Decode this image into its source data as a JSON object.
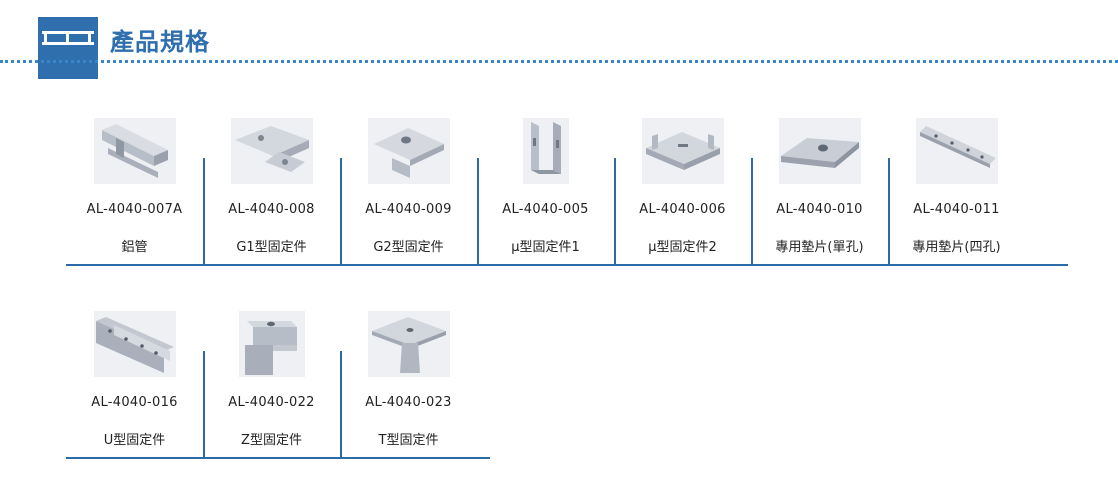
{
  "header": {
    "title": "產品規格"
  },
  "colors": {
    "accent": "#2f6fae",
    "rule": "#3a86c8",
    "divider": "#2c6aa8"
  },
  "rows": [
    [
      {
        "code": "AL-4040-007A",
        "name": "鋁管",
        "icon": "aluminum-tube-icon"
      },
      {
        "code": "AL-4040-008",
        "name": "G1型固定件",
        "icon": "g1-bracket-icon"
      },
      {
        "code": "AL-4040-009",
        "name": "G2型固定件",
        "icon": "g2-bracket-icon"
      },
      {
        "code": "AL-4040-005",
        "name": "μ型固定件1",
        "icon": "mu-bracket-1-icon"
      },
      {
        "code": "AL-4040-006",
        "name": "μ型固定件2",
        "icon": "mu-bracket-2-icon"
      },
      {
        "code": "AL-4040-010",
        "name": "專用墊片(單孔)",
        "icon": "single-hole-shim-icon"
      },
      {
        "code": "AL-4040-011",
        "name": "專用墊片(四孔)",
        "icon": "four-hole-shim-icon"
      }
    ],
    [
      {
        "code": "AL-4040-016",
        "name": "U型固定件",
        "icon": "u-bracket-icon"
      },
      {
        "code": "AL-4040-022",
        "name": "Z型固定件",
        "icon": "z-bracket-icon"
      },
      {
        "code": "AL-4040-023",
        "name": "T型固定件",
        "icon": "t-bracket-icon"
      }
    ]
  ]
}
